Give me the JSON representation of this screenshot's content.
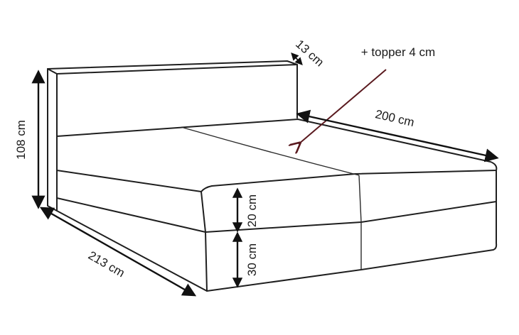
{
  "dimensions": {
    "height_total": "108 cm",
    "headboard_depth": "13 cm",
    "topper": "+ topper 4 cm",
    "length": "200 cm",
    "width": "213 cm",
    "mattress_height": "20 cm",
    "base_height": "30 cm"
  },
  "colors": {
    "outline": "#1f1f1f",
    "arrow": "#111111",
    "topper_arrow": "#5a1a1f"
  }
}
